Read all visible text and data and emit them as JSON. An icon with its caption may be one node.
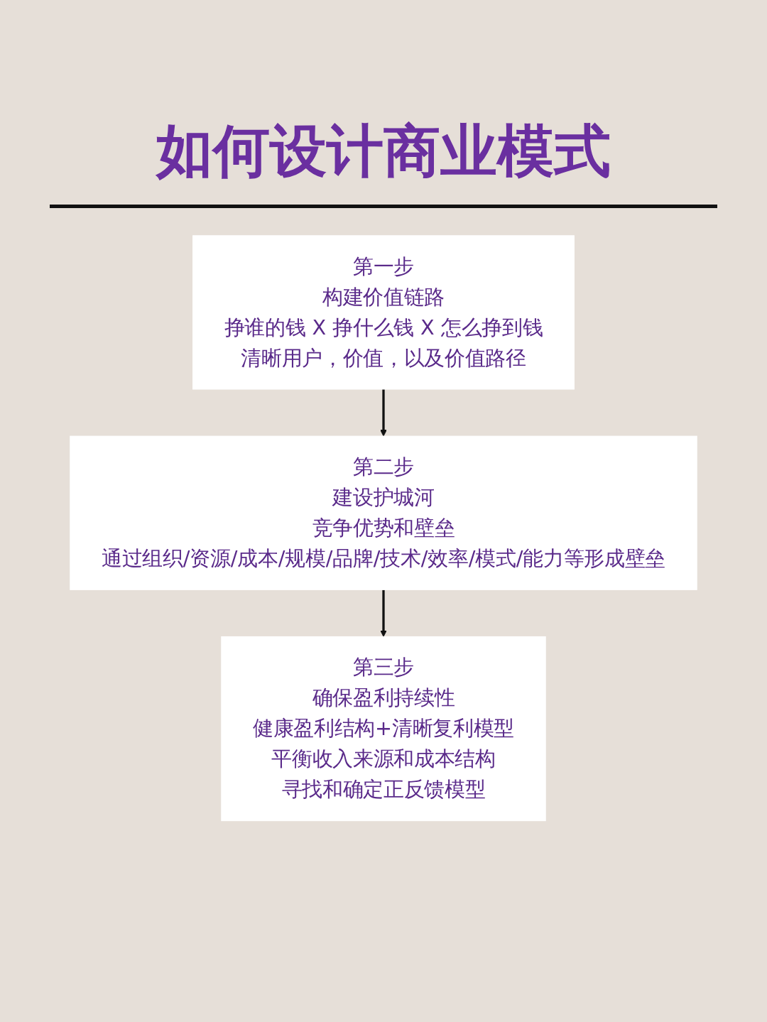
{
  "diagram": {
    "title": "如何设计商业模式",
    "nodes": [
      {
        "text": [
          "第一步",
          "构建价值链路",
          "挣谁的钱 X 挣什么钱 X 怎么挣到钱",
          "清晰用户，价值，以及价值路径"
        ]
      },
      {
        "text": [
          "第二步",
          "建设护城河",
          "竞争优势和壁垒",
          "通过组织/资源/成本/规模/品牌/技术/效率/模式/能力等形成壁垒"
        ]
      },
      {
        "text": [
          "第三步",
          "确保盈利持续性",
          "健康盈利结构+清晰复利模型",
          "平衡收入来源和成本结构",
          "寻找和确定正反馈模型"
        ]
      }
    ],
    "edges": [
      {
        "from": 0,
        "to": 1,
        "arrow": "to"
      },
      {
        "from": 1,
        "to": 2,
        "arrow": "to"
      }
    ]
  }
}
